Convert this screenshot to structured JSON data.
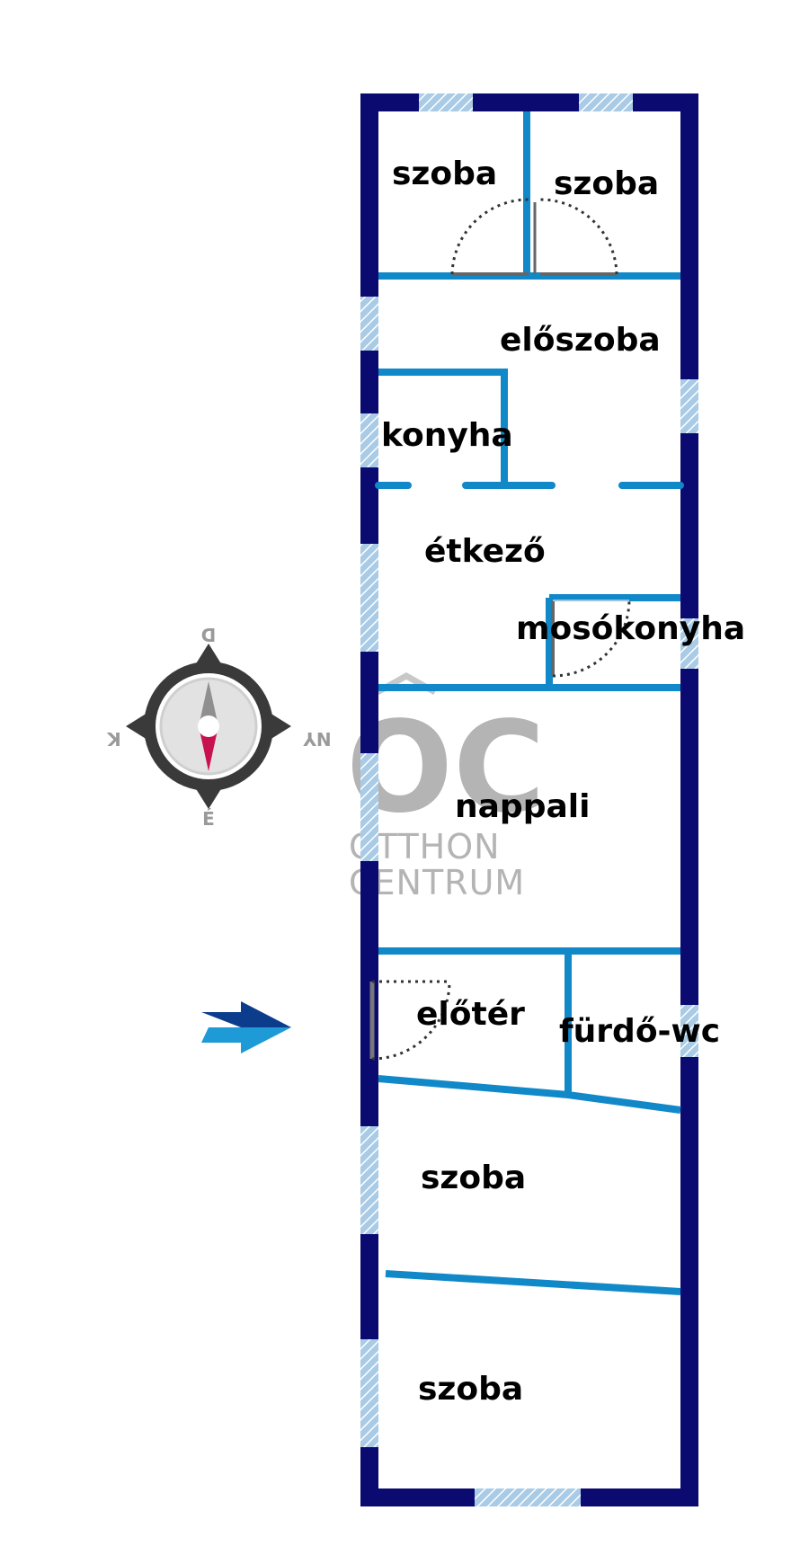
{
  "rooms": {
    "szoba_top_left": "szoba",
    "szoba_top_right": "szoba",
    "eloszoba": "előszoba",
    "konyha": "konyha",
    "etkezo": "étkező",
    "mosokonyha": "mosókonyha",
    "nappali": "nappali",
    "eloter": "előtér",
    "furdo_wc": "fürdő-wc",
    "szoba_lower": "szoba",
    "szoba_bottom": "szoba"
  },
  "compass": {
    "north": "É",
    "south": "D",
    "east": "K",
    "west": "NY"
  },
  "logo": {
    "monogram": "OC",
    "line1": "OTTHON",
    "line2": "CENTRUM"
  },
  "colors": {
    "outer_wall": "#0b0a70",
    "inner_wall": "#1188c8",
    "window": "#a9cbe6",
    "door_arc": "#333333",
    "compass_needle_south": "#c8124f",
    "entrance_arrow_dark": "#0b3d8c",
    "entrance_arrow_light": "#1e9ad6"
  }
}
